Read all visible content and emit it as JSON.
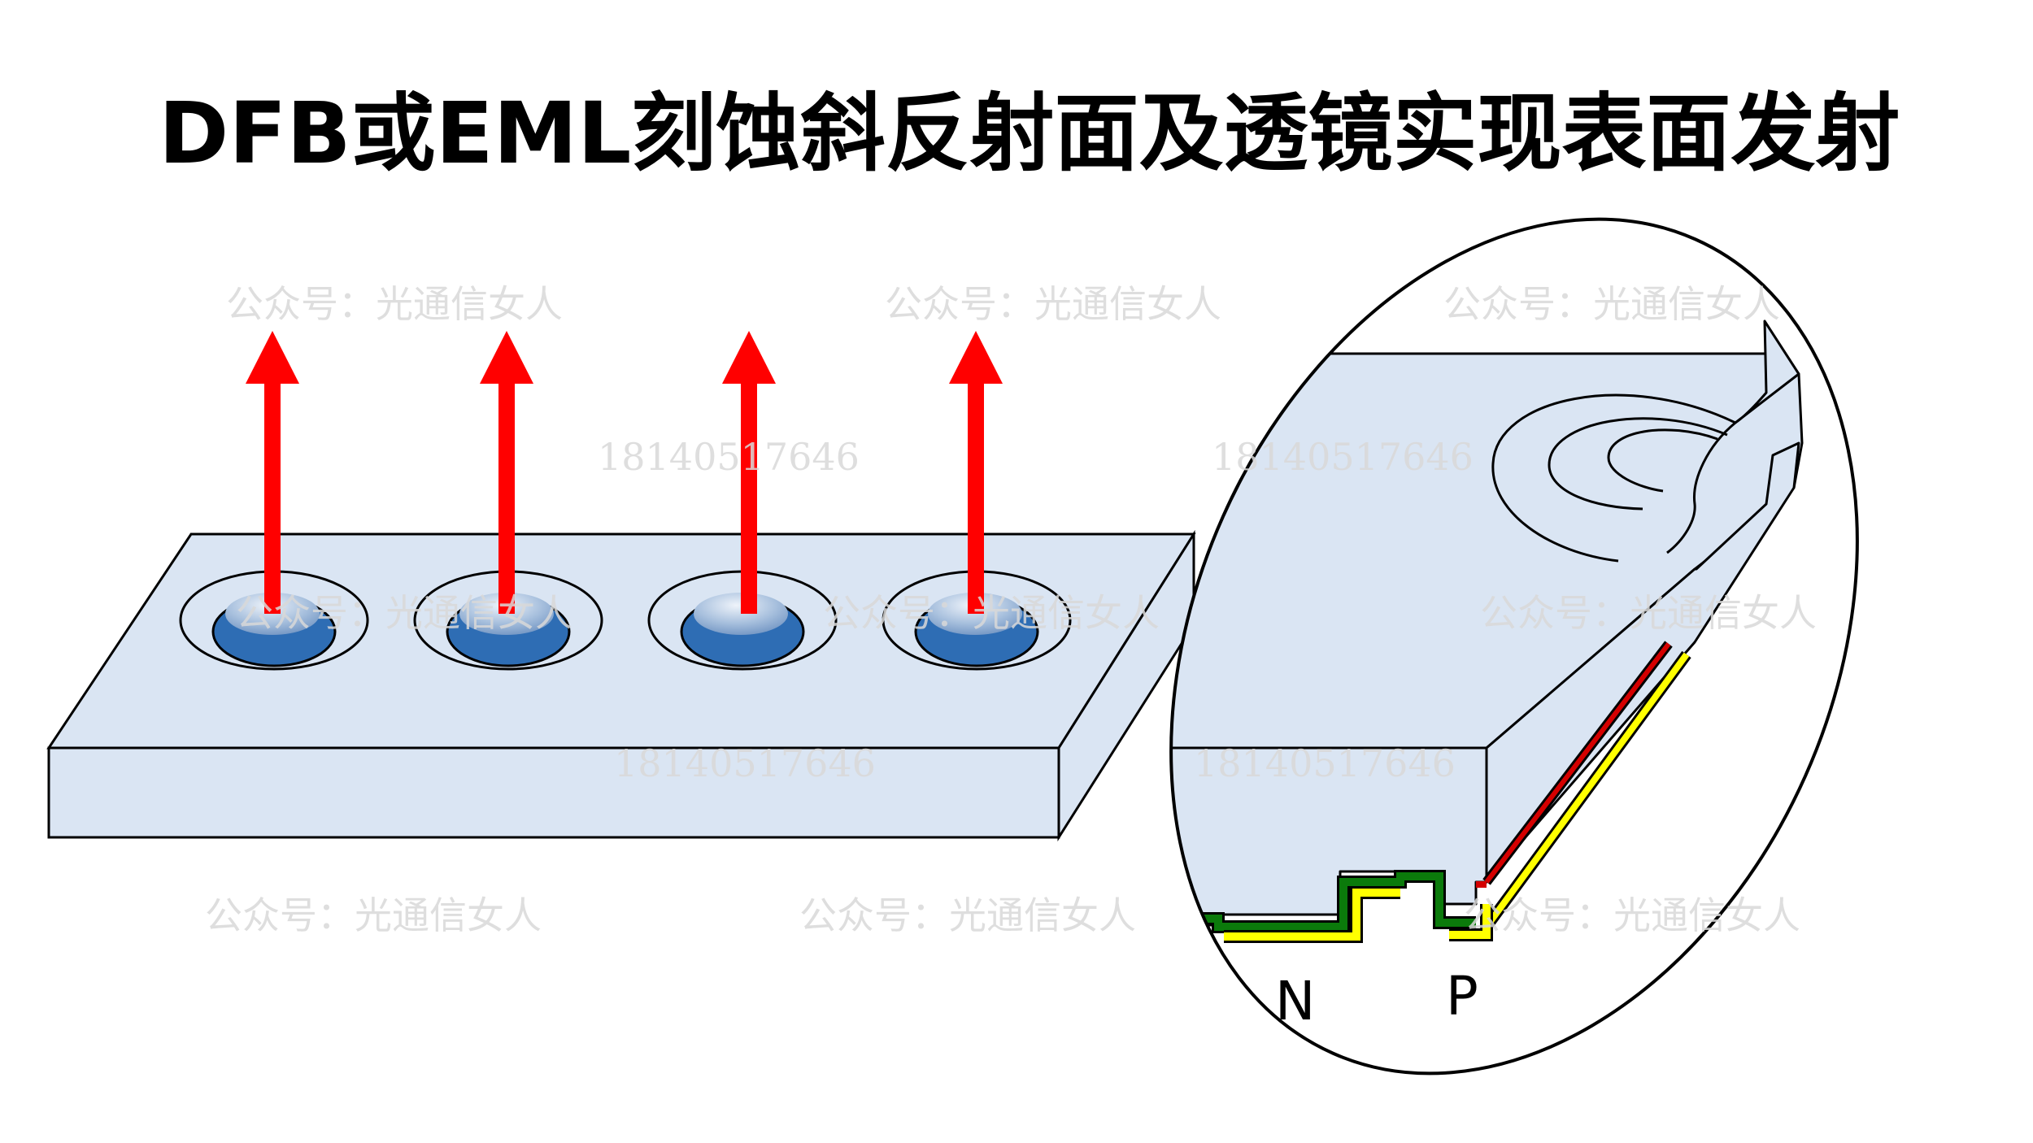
{
  "title": "DFB或EML刻蚀斜反射面及透镜实现表面发射",
  "labels": {
    "n": "N",
    "p": "P"
  },
  "watermark": {
    "account": "公众号：光通信女人",
    "phone": "18140517646"
  },
  "colors": {
    "chip_fill": "#dae5f3",
    "chip_stroke": "#000000",
    "lens_blue": "#2e6db4",
    "lens_highlight": "#e8eff7",
    "arrow_red": "#ff0000",
    "metal_yellow": "#ffff00",
    "layer_green": "#0b7a0b",
    "layer_red": "#d40000"
  },
  "chip_array": {
    "emitter_count": 4
  }
}
